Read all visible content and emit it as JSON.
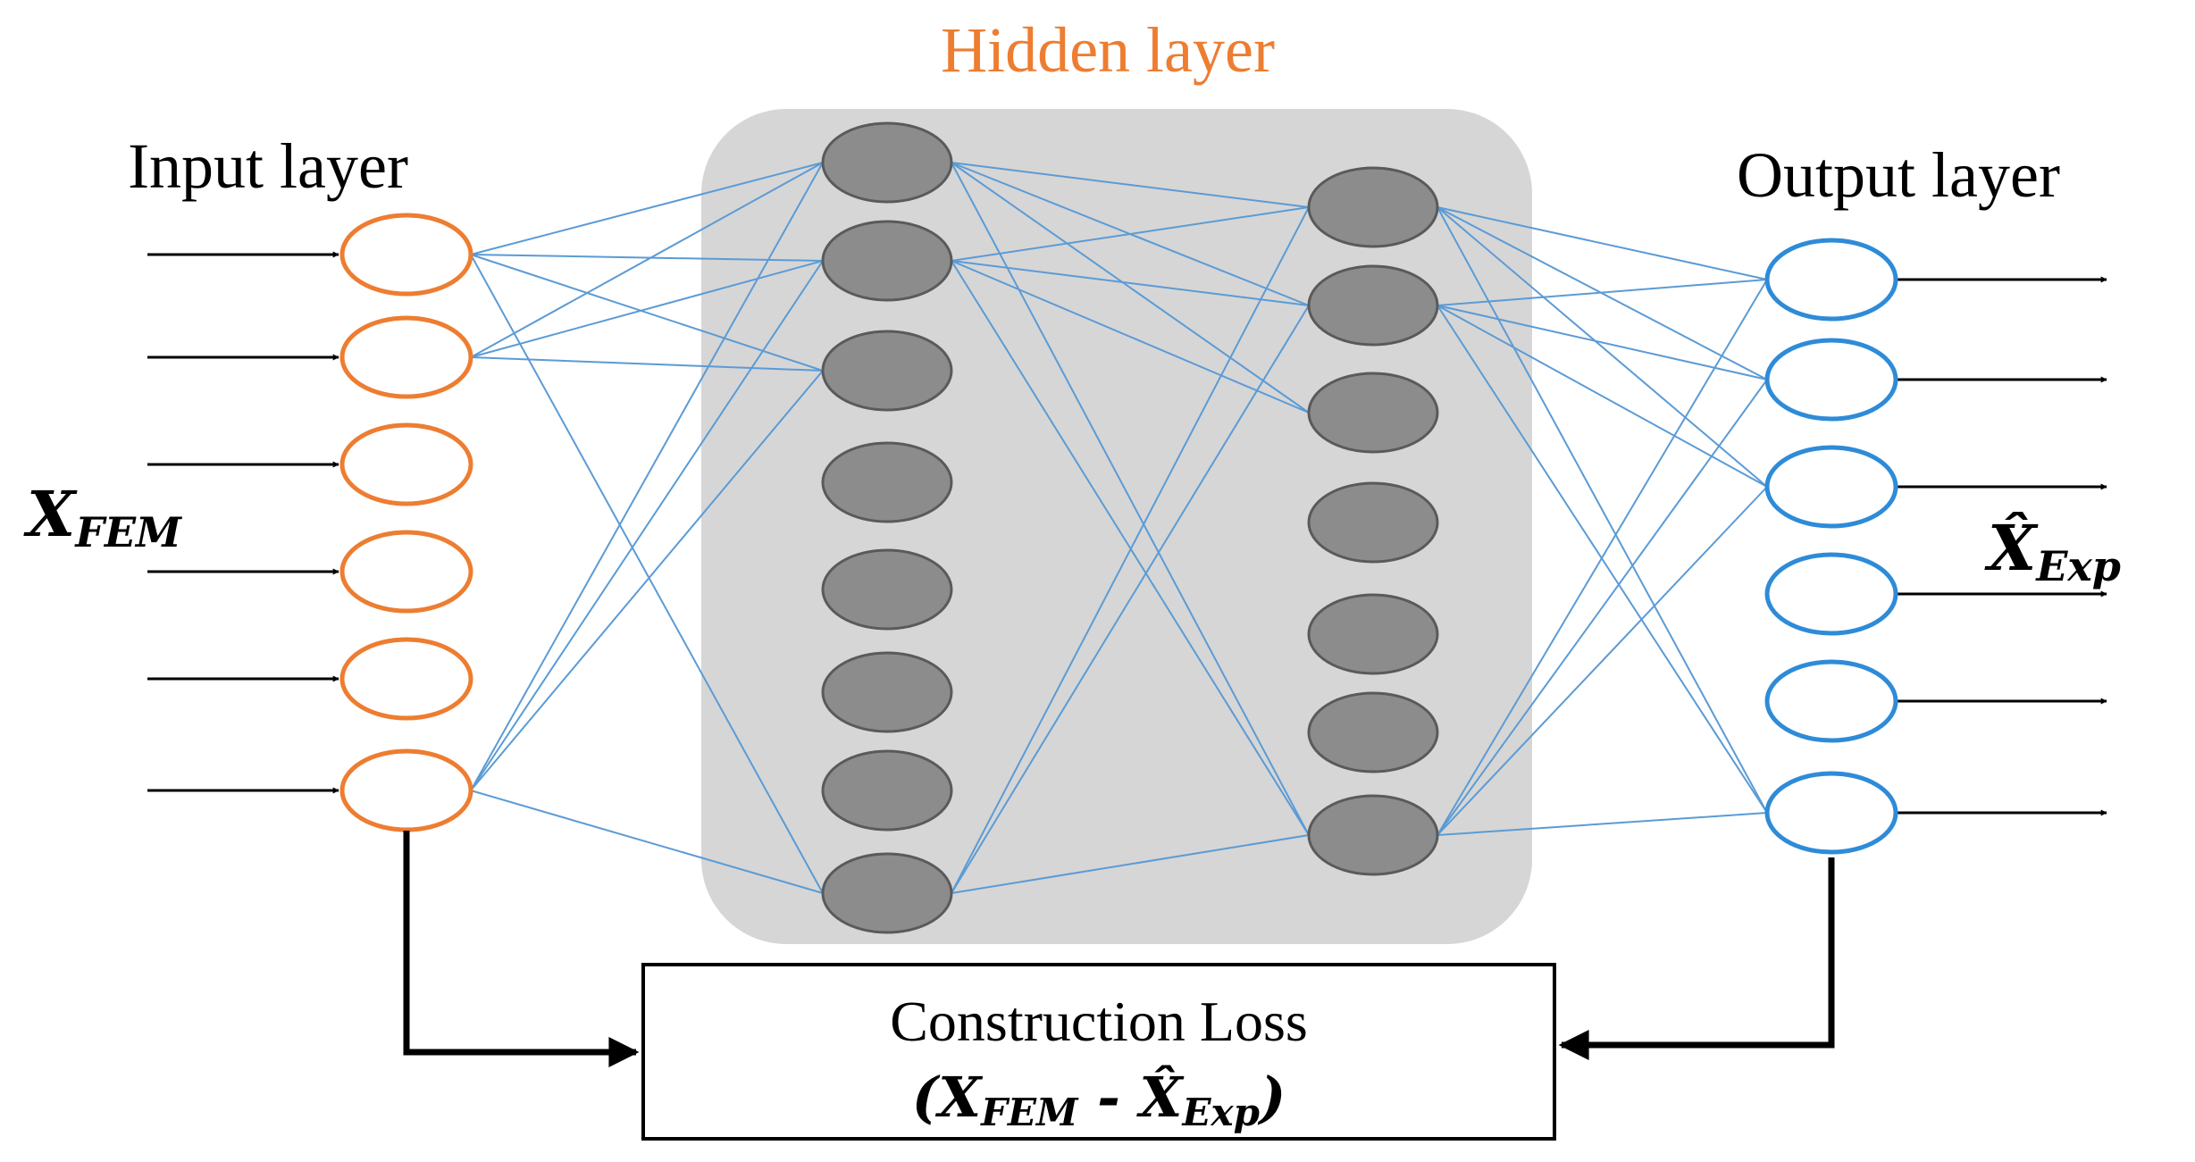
{
  "labels": {
    "hidden_layer": "Hidden layer",
    "input_layer": "Input layer",
    "output_layer": "Output layer",
    "loss_title": "Construction Loss",
    "input_symbol_main": "X",
    "input_symbol_sub": "FEM",
    "output_symbol_main": "X̂",
    "output_symbol_sub": "Exp",
    "loss_open_paren": "(",
    "loss_x_main": "X",
    "loss_x_sub": "FEM",
    "loss_minus": " - ",
    "loss_xhat_main": "X̂",
    "loss_xhat_sub": "Exp",
    "loss_close_paren": ")"
  },
  "colors": {
    "input_node": "#ED7D31",
    "output_node": "#2E8BD8",
    "hidden_node": "#8C8C8C",
    "hidden_node_stroke": "#5A5A5A",
    "hidden_panel": "#D6D6D6",
    "connection": "#5B9BD5",
    "hidden_label": "#ED7D31",
    "arrow": "#000000"
  },
  "network": {
    "input_nodes": 6,
    "hidden1_nodes": 8,
    "hidden2_nodes": 7,
    "output_nodes": 6
  }
}
